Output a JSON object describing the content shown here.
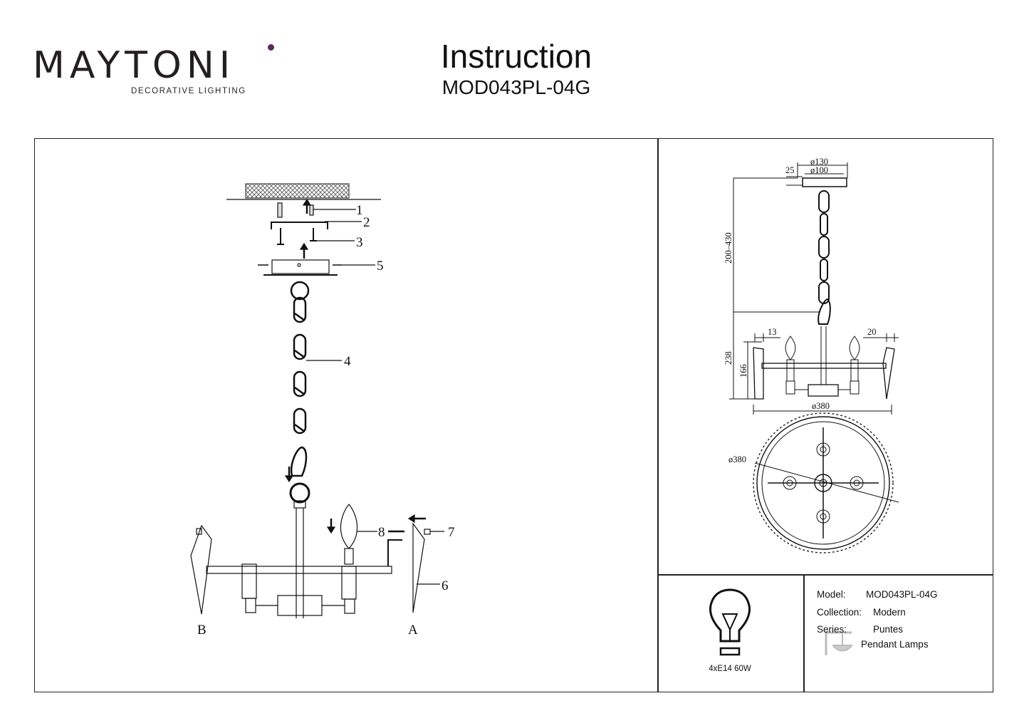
{
  "header": {
    "brand": "MAYTONI",
    "tagline": "DECORATIVE LIGHTING",
    "title": "Instruction",
    "model_code": "MOD043PL-04G"
  },
  "assembly": {
    "callouts": [
      "1",
      "2",
      "3",
      "4",
      "5",
      "6",
      "7",
      "8"
    ],
    "side_a": "A",
    "side_b": "B"
  },
  "dimensions": {
    "canopy_outer": "ø130",
    "canopy_inner": "ø100",
    "canopy_height": "25",
    "chain_range": "200–430",
    "total_height": "238",
    "body_height": "166",
    "crystal_left": "13",
    "crystal_right": "20",
    "diameter_side": "ø380",
    "diameter_top": "ø380"
  },
  "specs": {
    "power": "4xE14 60W",
    "model_label": "Model:",
    "model_value": "MOD043PL-04G",
    "collection_label": "Collection:",
    "collection_value": "Modern",
    "series_label": "Series:",
    "series_value": "Puntes",
    "type_value": "Pendant Lamps"
  }
}
